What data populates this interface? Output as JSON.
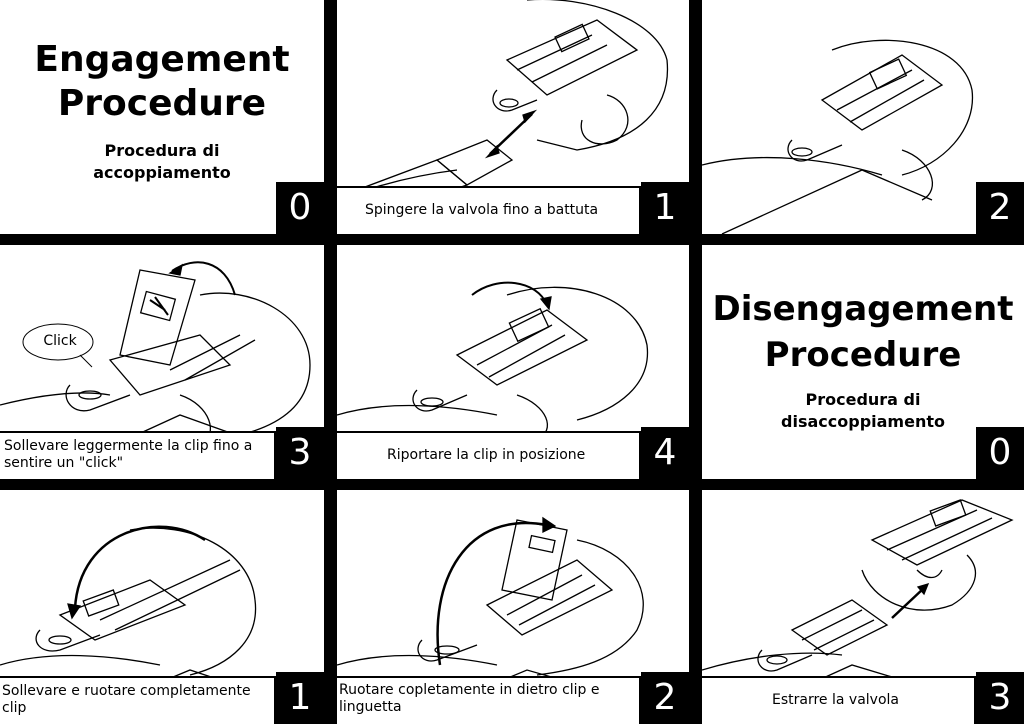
{
  "engagement": {
    "title_line1": "Engagement",
    "title_line2": "Procedure",
    "subtitle_line1": "Procedura di",
    "subtitle_line2": "accoppiamento",
    "step0_number": "0",
    "step1_number": "1",
    "step1_caption": "Spingere la valvola fino a battuta",
    "step2_number": "2",
    "step3_number": "3",
    "step3_caption": "Sollevare leggermente la clip fino a sentire un \"click\"",
    "step3_bubble": "Click",
    "step4_number": "4",
    "step4_caption": "Riportare la clip in posizione"
  },
  "disengagement": {
    "title_line1": "Disengagement",
    "title_line2": "Procedure",
    "subtitle_line1": "Procedura di",
    "subtitle_line2": "disaccoppiamento",
    "step0_number": "0",
    "step1_number": "1",
    "step1_caption": "Sollevare e ruotare completamente clip",
    "step2_number": "2",
    "step2_caption": "Ruotare copletamente in dietro clip e linguetta",
    "step3_number": "3",
    "step3_caption": "Estrarre la valvola"
  }
}
